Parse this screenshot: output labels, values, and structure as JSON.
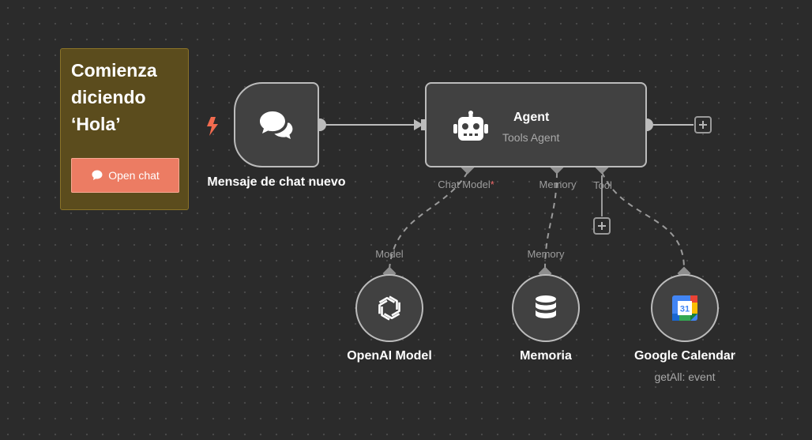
{
  "sticky_note": {
    "title": "Comienza diciendo ‘Hola’",
    "button_label": "Open chat"
  },
  "nodes": {
    "trigger": {
      "label": "Mensaje de chat nuevo",
      "icon": "chat-bubbles-icon"
    },
    "agent": {
      "title": "Agent",
      "subtitle": "Tools Agent",
      "icon": "robot-icon"
    },
    "openai": {
      "label": "OpenAI Model",
      "icon": "openai-icon"
    },
    "memory": {
      "label": "Memoria",
      "icon": "database-icon"
    },
    "calendar": {
      "label": "Google Calendar",
      "sublabel": "getAll: event",
      "icon": "google-calendar-icon",
      "day": "31"
    }
  },
  "ports": {
    "agent_chat_model": "Chat Model",
    "agent_chat_model_required": "*",
    "agent_memory": "Memory",
    "agent_tool": "Tool",
    "openai_model": "Model",
    "memory_memory": "Memory"
  },
  "colors": {
    "canvas": "#2b2b2b",
    "node_bg": "#414141",
    "node_border": "#bcbcbc",
    "sticky_bg": "#5b4c1d",
    "accent": "#ec7c63",
    "trigger_bolt": "#f26b4f"
  }
}
